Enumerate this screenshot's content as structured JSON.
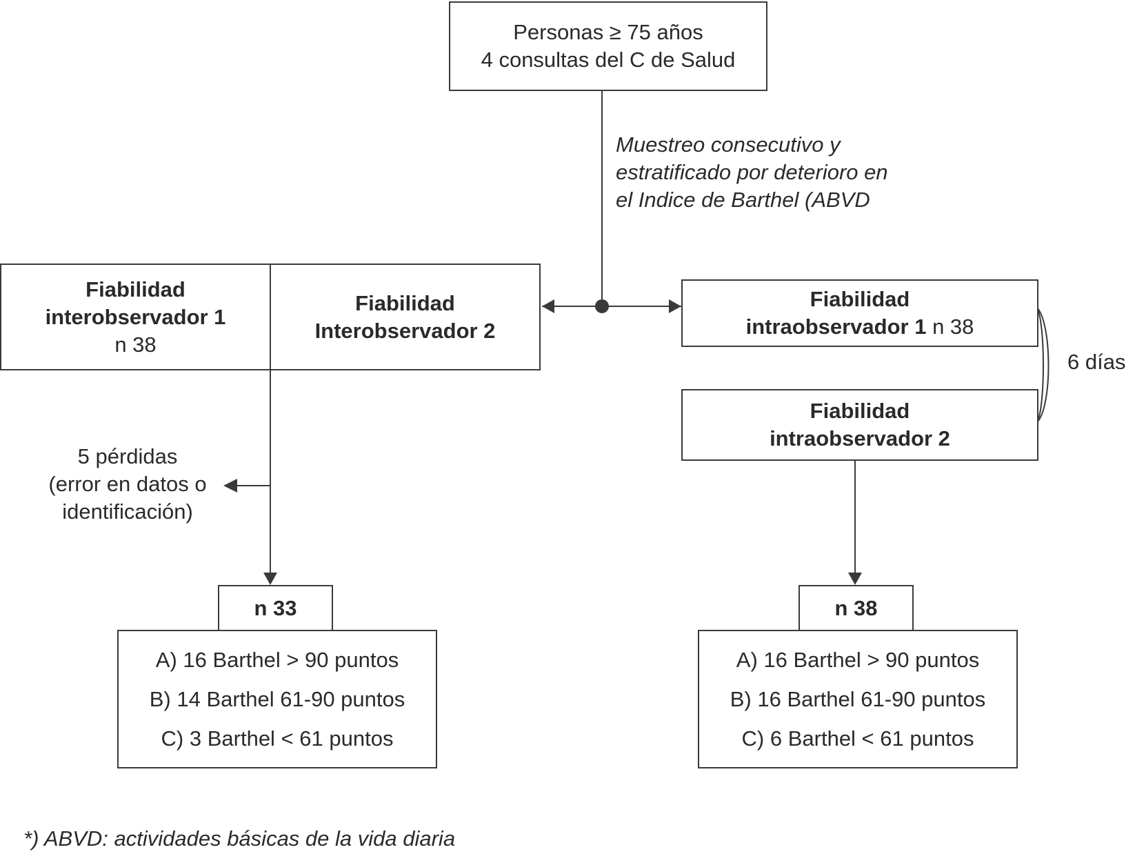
{
  "top_box": {
    "line1": "Personas ≥ 75 años",
    "line2": "4 consultas del C de Salud"
  },
  "sampling_note": {
    "line1": "Muestreo consecutivo y",
    "line2": "estratificado por deterioro en",
    "line3": "el  Indice de  Barthel (ABVD"
  },
  "inter1": {
    "title1": "Fiabilidad",
    "title2": "interobservador  1",
    "n": "n 38"
  },
  "inter2": {
    "title1": "Fiabilidad",
    "title2": "Interobservador  2"
  },
  "intra1": {
    "title1": "Fiabilidad",
    "title2": "intraobservador 1",
    "n": " n 38"
  },
  "intra2": {
    "title1": "Fiabilidad",
    "title2": "intraobservador 2"
  },
  "interval_label": "6 días",
  "losses": {
    "line1": "5 pérdidas",
    "line2": "(error en datos o",
    "line3": "identificación)"
  },
  "left_result": {
    "n": "n 33",
    "rows": [
      "A) 16  Barthel > 90 puntos",
      "B) 14  Barthel 61-90 puntos",
      "C) 3  Barthel < 61 puntos"
    ]
  },
  "right_result": {
    "n": "n 38",
    "rows": [
      "A) 16  Barthel > 90 puntos",
      "B) 16  Barthel 61-90 puntos",
      "C) 6  Barthel < 61 puntos"
    ]
  },
  "footnote": "*) ABVD: actividades básicas de la vida diaria",
  "colors": {
    "line": "#3a3a3a",
    "text": "#2a2a2a"
  }
}
